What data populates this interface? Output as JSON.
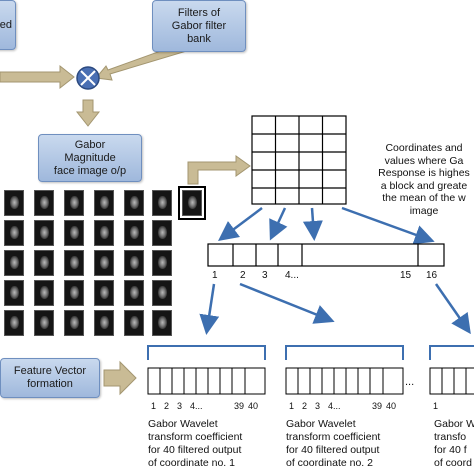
{
  "boxes": {
    "top_left": "ed",
    "filters": "Filters of\nGabor filter\nbank",
    "magnitude": "Gabor\nMagnitude\nface image o/p",
    "feature_vector": "Feature Vector\nformation"
  },
  "operator_symbol": "⊗",
  "coordinates_note": "Coordinates and\nvalues where Ga\nResponse is highes\na block and greate\nthe mean of the w\nimage",
  "strip16_labels": [
    "1",
    "2",
    "3",
    "4...",
    "15",
    "16"
  ],
  "strip40_labels": [
    "1",
    "2",
    "3",
    "4...",
    "39",
    "40"
  ],
  "ellipsis": "...",
  "coefficient_captions": [
    "Gabor Wavelet\ntransform coefficient\nfor 40 filtered output\nof coordinate no. 1",
    "Gabor Wavelet\ntransform coefficient\nfor 40 filtered output\nof coordinate no. 2",
    "Gabor W\ntransfo\nfor 40 f\nof coord"
  ]
}
